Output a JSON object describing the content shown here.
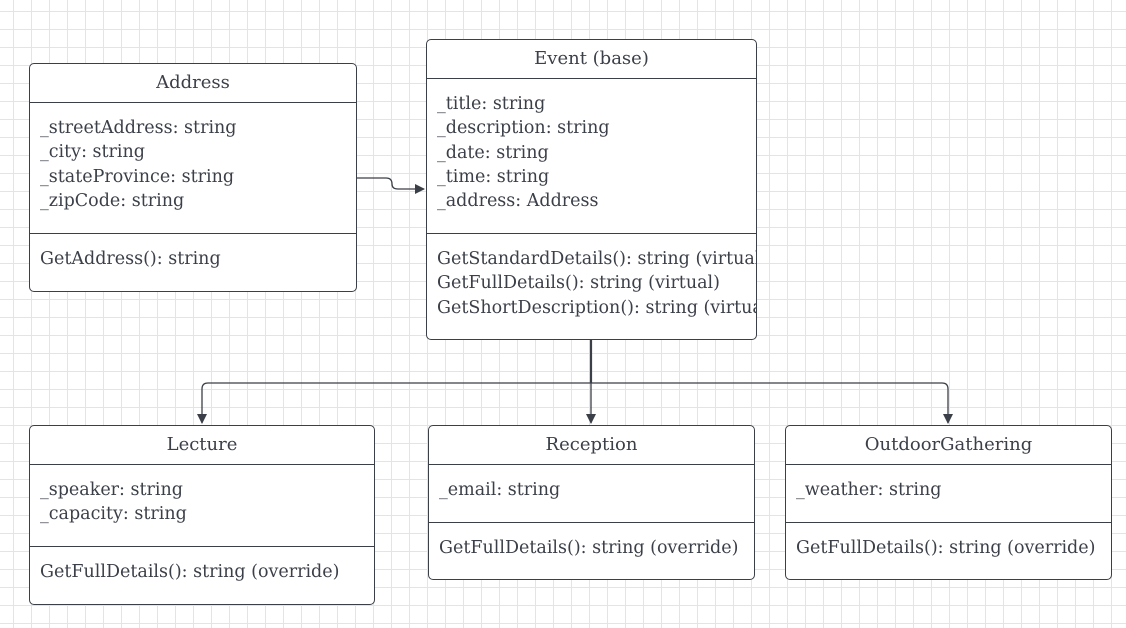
{
  "classes": {
    "address": {
      "name": "Address",
      "attributes": [
        "_streetAddress: string",
        "_city: string",
        "_stateProvince: string",
        "_zipCode: string"
      ],
      "methods": [
        "GetAddress(): string"
      ]
    },
    "event": {
      "name": "Event (base)",
      "attributes": [
        "_title: string",
        "_description: string",
        "_date: string",
        "_time: string",
        "_address: Address"
      ],
      "methods": [
        "GetStandardDetails(): string (virtual)",
        "GetFullDetails(): string (virtual)",
        "GetShortDescription(): string (virtual)"
      ]
    },
    "lecture": {
      "name": "Lecture",
      "attributes": [
        "_speaker: string",
        "_capacity: string"
      ],
      "methods": [
        "GetFullDetails(): string (override)"
      ]
    },
    "reception": {
      "name": "Reception",
      "attributes": [
        "_email: string"
      ],
      "methods": [
        "GetFullDetails(): string (override)"
      ]
    },
    "outdoor": {
      "name": "OutdoorGathering",
      "attributes": [
        "_weather: string"
      ],
      "methods": [
        "GetFullDetails(): string (override)"
      ]
    }
  },
  "relations": [
    {
      "from": "address",
      "to": "event",
      "kind": "association"
    },
    {
      "from": "event",
      "to": "lecture",
      "kind": "inheritance"
    },
    {
      "from": "event",
      "to": "reception",
      "kind": "inheritance"
    },
    {
      "from": "event",
      "to": "outdoor",
      "kind": "inheritance"
    }
  ],
  "colors": {
    "line": "#3b3f48",
    "grid": "#e4e4e4",
    "background": "#ffffff"
  }
}
